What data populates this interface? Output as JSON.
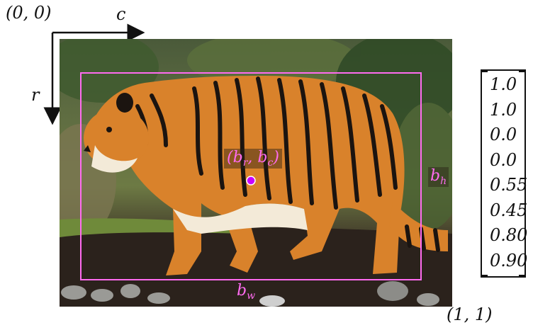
{
  "diagram": {
    "origin_label": "(0, 0)",
    "end_label": "(1, 1)",
    "col_axis_label": "c",
    "row_axis_label": "r",
    "box_labels": {
      "center_b": "b",
      "center_r": "r",
      "center_c": "c",
      "center_open": "(",
      "center_sep": ",  ",
      "center_close": ")",
      "height_b": "b",
      "height_sub": "h",
      "width_b": "b",
      "width_sub": "w"
    },
    "box_color": "#ff6bf0",
    "center_dot_color": "#c800ff",
    "vector_values": [
      "1.0",
      "1.0",
      "0.0",
      "0.0",
      "0.55",
      "0.45",
      "0.80",
      "0.90"
    ]
  },
  "image": {
    "subject": "tiger-walking"
  }
}
